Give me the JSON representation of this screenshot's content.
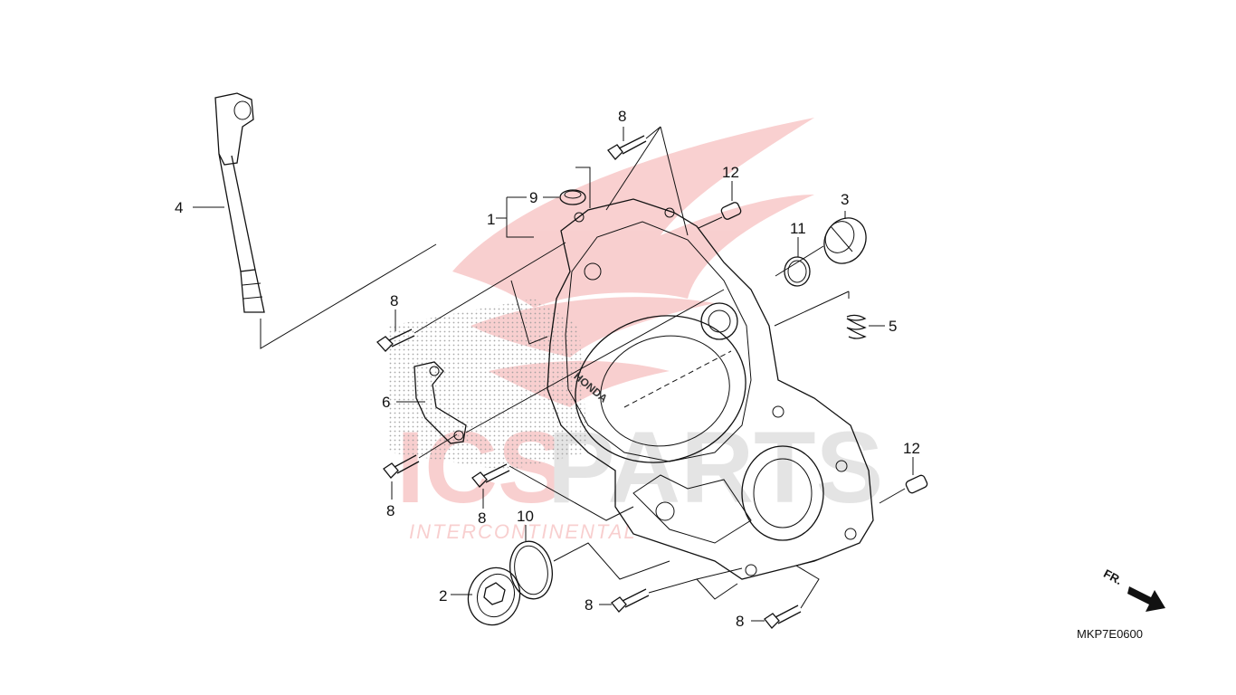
{
  "diagram": {
    "diagram_code": "MKP7E0600",
    "front_indicator": "FR.",
    "watermark": {
      "logo_text_left": "ICS",
      "logo_text_right": "PARTS",
      "tagline": "INTERCONTINENTAL",
      "color_primary": "#e32b2b",
      "color_secondary": "#cfcfcf"
    },
    "callouts": [
      {
        "id": "callout-1",
        "text": "1"
      },
      {
        "id": "callout-2",
        "text": "2"
      },
      {
        "id": "callout-3",
        "text": "3"
      },
      {
        "id": "callout-4",
        "text": "4"
      },
      {
        "id": "callout-5",
        "text": "5"
      },
      {
        "id": "callout-6",
        "text": "6"
      },
      {
        "id": "callout-8-top",
        "text": "8"
      },
      {
        "id": "callout-8-left-upper",
        "text": "8"
      },
      {
        "id": "callout-8-left-lower",
        "text": "8"
      },
      {
        "id": "callout-8-center",
        "text": "8"
      },
      {
        "id": "callout-8-bottom-center",
        "text": "8"
      },
      {
        "id": "callout-8-bottom-right",
        "text": "8"
      },
      {
        "id": "callout-9",
        "text": "9"
      },
      {
        "id": "callout-10",
        "text": "10"
      },
      {
        "id": "callout-11",
        "text": "11"
      },
      {
        "id": "callout-12-top",
        "text": "12"
      },
      {
        "id": "callout-12-right",
        "text": "12"
      }
    ],
    "icons": [
      "front-arrow-icon",
      "watermark-wing-logo"
    ]
  }
}
